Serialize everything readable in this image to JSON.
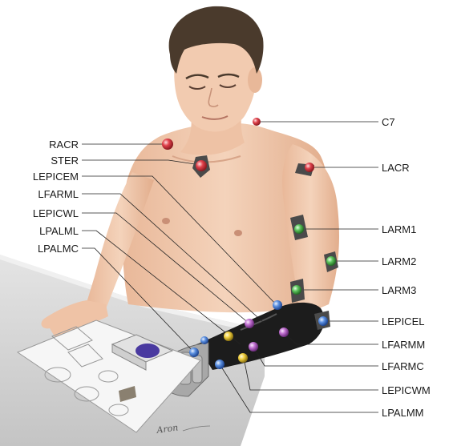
{
  "diagram": {
    "labels": {
      "c7": "C7",
      "racr": "RACR",
      "ster": "STER",
      "lepicem": "LEPICEM",
      "lfarml": "LFARML",
      "lepicwl": "LEPICWL",
      "lpalml": "LPALML",
      "lpalmc": "LPALMC",
      "lacr": "LACR",
      "larm1": "LARM1",
      "larm2": "LARM2",
      "larm3": "LARM3",
      "lepicel": "LEPICEL",
      "lfarmm": "LFARMM",
      "lfarmc": "LFARMC",
      "lepicwm": "LEPICWM",
      "lpalmm": "LPALMM"
    },
    "signature": "Aron",
    "colors": {
      "marker_red": "#e0404a",
      "marker_green": "#5cc45c",
      "marker_blue": "#5a8fe0",
      "marker_purple": "#c070d0",
      "marker_yellow": "#f0d040",
      "skin": "#f1cdb2",
      "hair": "#4a3a2c",
      "prosthesis": "#1c1c1c",
      "table": "#d4d4d4"
    }
  }
}
